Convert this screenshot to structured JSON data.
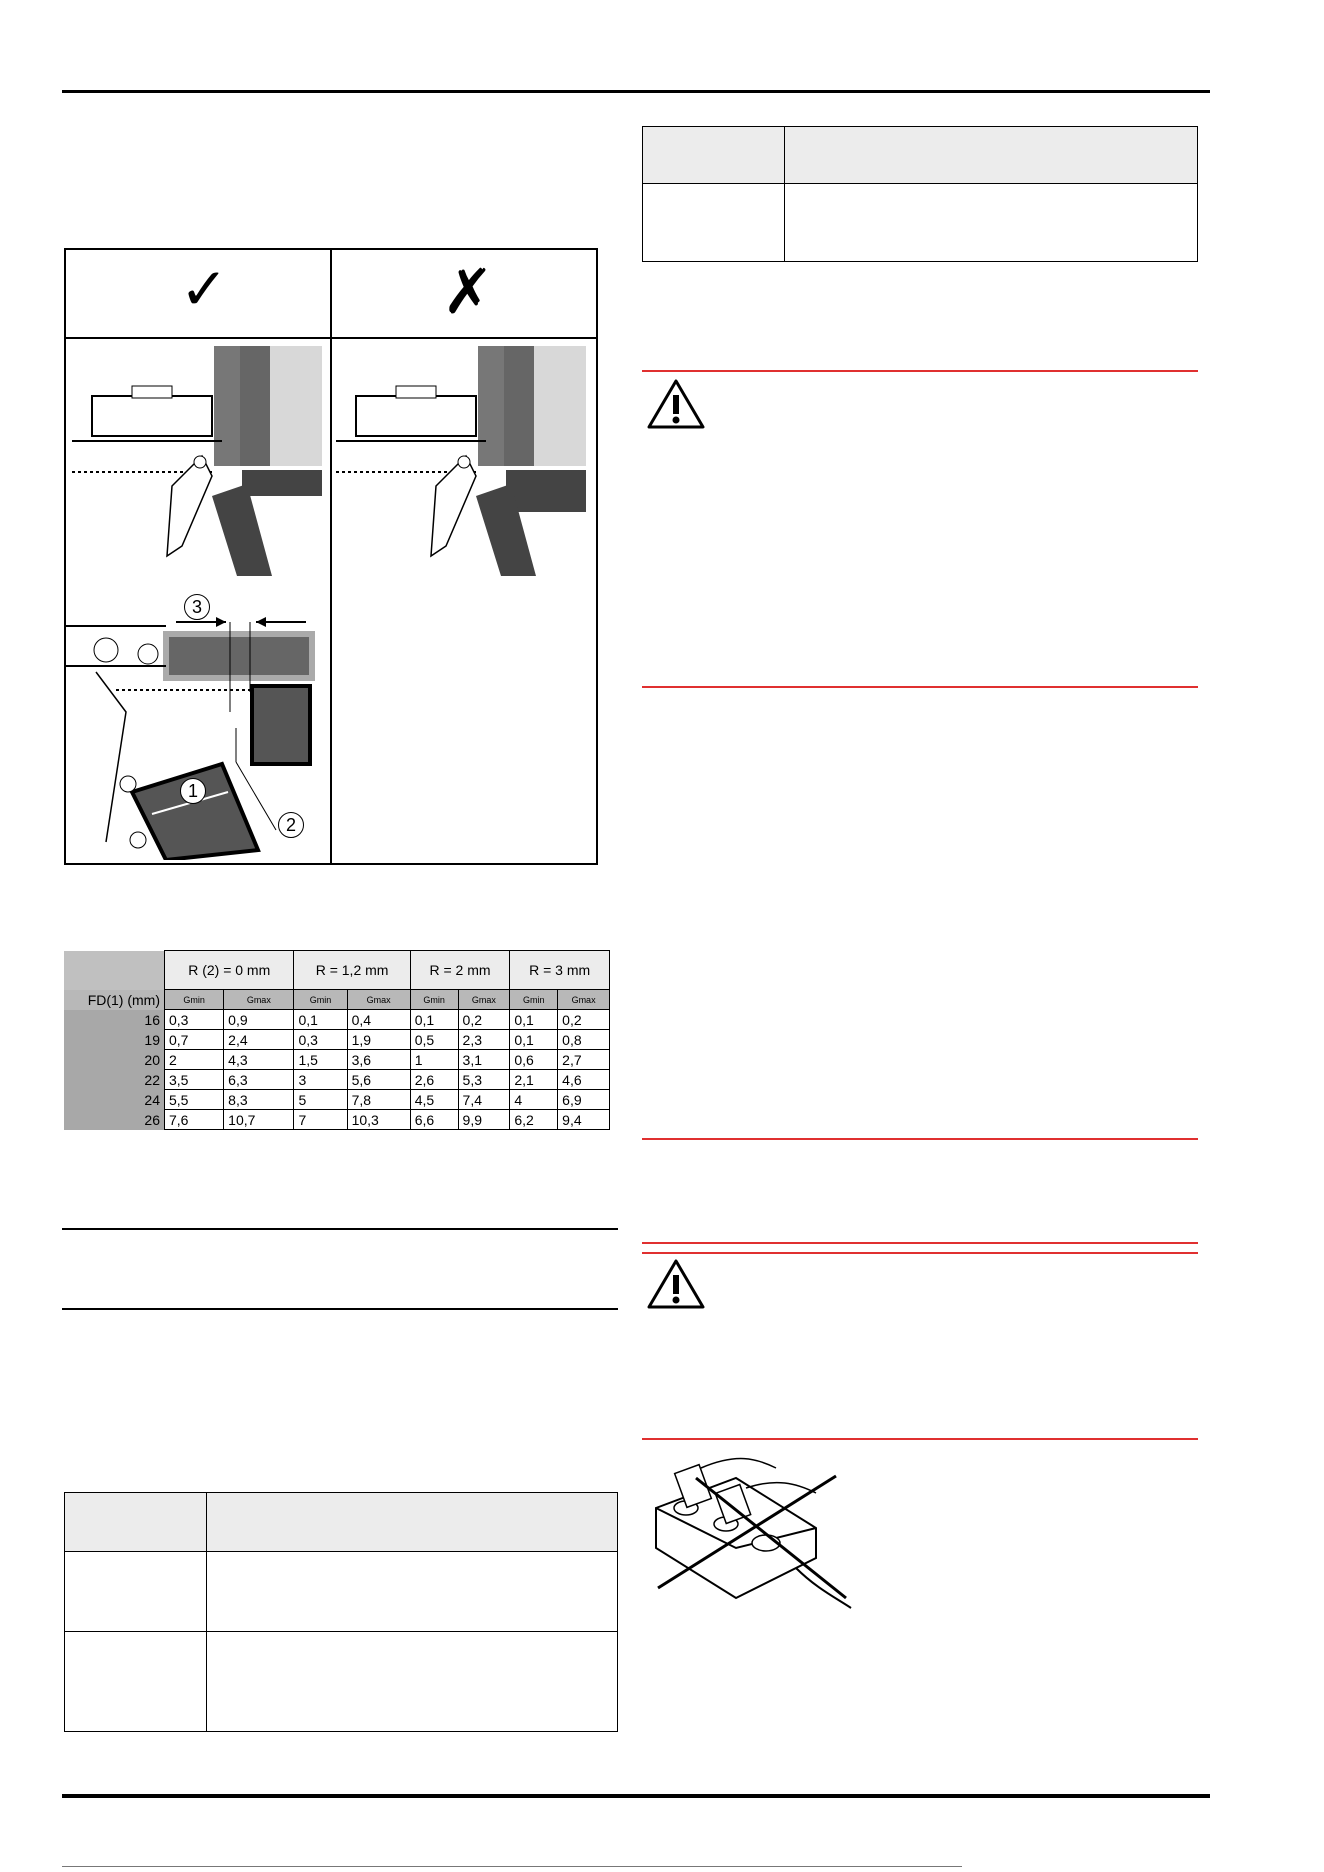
{
  "figure": {
    "correct_symbol": "✓",
    "wrong_symbol": "✗",
    "callouts": [
      "1",
      "2",
      "3"
    ]
  },
  "gap_table": {
    "row_header_label": "FD(1) (mm)",
    "groups": [
      "R (2) = 0 mm",
      "R = 1,2 mm",
      "R = 2 mm",
      "R = 3 mm"
    ],
    "sub_headers": [
      "Gmin",
      "Gmax",
      "Gmin",
      "Gmax",
      "Gmin",
      "Gmax",
      "Gmin",
      "Gmax"
    ],
    "rows": [
      {
        "fd": "16",
        "values": [
          "0,3",
          "0,9",
          "0,1",
          "0,4",
          "0,1",
          "0,2",
          "0,1",
          "0,2"
        ]
      },
      {
        "fd": "19",
        "values": [
          "0,7",
          "2,4",
          "0,3",
          "1,9",
          "0,5",
          "2,3",
          "0,1",
          "0,8"
        ]
      },
      {
        "fd": "20",
        "values": [
          "2",
          "4,3",
          "1,5",
          "3,6",
          "1",
          "3,1",
          "0,6",
          "2,7"
        ]
      },
      {
        "fd": "22",
        "values": [
          "3,5",
          "6,3",
          "3",
          "5,6",
          "2,6",
          "5,3",
          "2,1",
          "4,6"
        ]
      },
      {
        "fd": "24",
        "values": [
          "5,5",
          "8,3",
          "5",
          "7,8",
          "4,5",
          "7,4",
          "4",
          "6,9"
        ]
      },
      {
        "fd": "26",
        "values": [
          "7,6",
          "10,7",
          "7",
          "10,3",
          "6,6",
          "9,9",
          "6,2",
          "9,4"
        ]
      }
    ]
  },
  "warnings": {
    "icon": "warning-triangle-icon",
    "color": "#e03030"
  }
}
